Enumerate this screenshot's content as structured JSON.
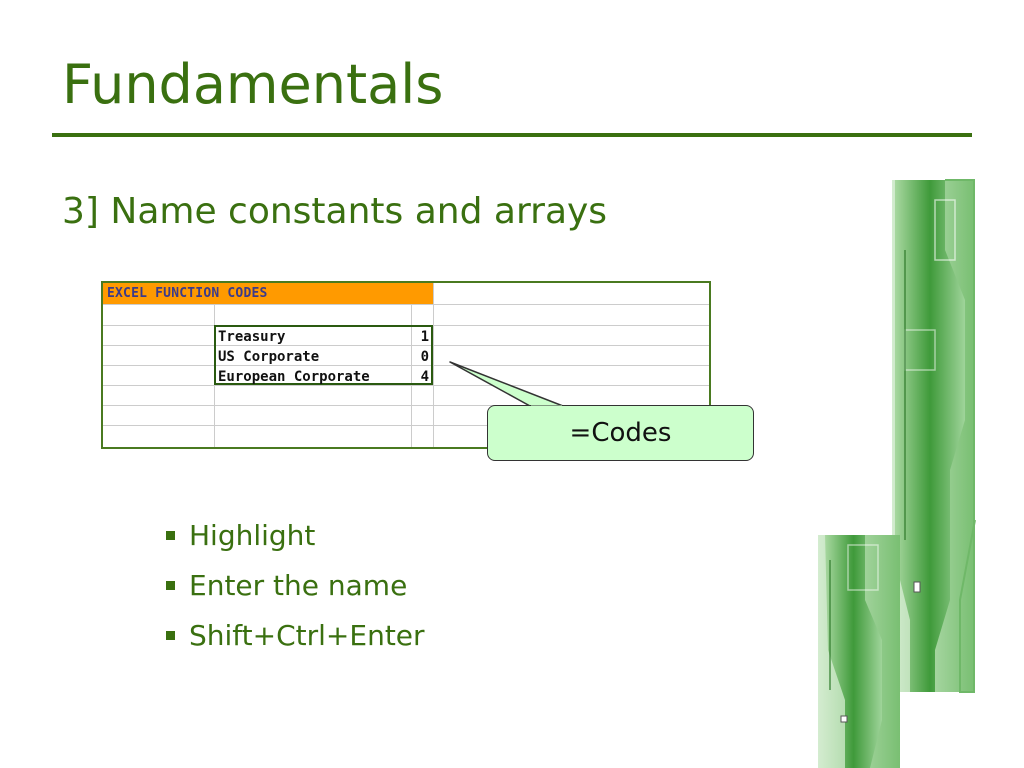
{
  "slide": {
    "title": "Fundamentals",
    "subtitle": "3] Name constants and arrays"
  },
  "sheet": {
    "header": "EXCEL FUNCTION CODES",
    "rows": [
      {
        "label": "Treasury",
        "value": "1"
      },
      {
        "label": "US Corporate",
        "value": "0"
      },
      {
        "label": "European Corporate",
        "value": "4"
      }
    ]
  },
  "callout": {
    "text": "=Codes"
  },
  "bullets": [
    "Highlight",
    "Enter the name",
    "Shift+Ctrl+Enter"
  ],
  "colors": {
    "title_green": "#3a7010",
    "header_orange": "#ff9a00",
    "callout_fill": "#ccffcc"
  }
}
